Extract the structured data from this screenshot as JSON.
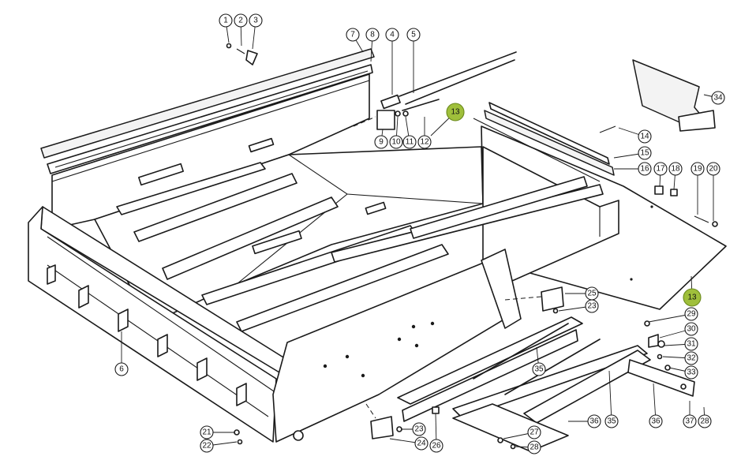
{
  "diagram": {
    "highlight_color": "#9fbf3b",
    "callouts": [
      {
        "label": "1"
      },
      {
        "label": "2"
      },
      {
        "label": "3"
      },
      {
        "label": "7"
      },
      {
        "label": "8"
      },
      {
        "label": "4"
      },
      {
        "label": "5"
      },
      {
        "label": "9"
      },
      {
        "label": "10"
      },
      {
        "label": "11"
      },
      {
        "label": "12"
      },
      {
        "label": "13",
        "highlight": true
      },
      {
        "label": "34"
      },
      {
        "label": "14"
      },
      {
        "label": "15"
      },
      {
        "label": "16"
      },
      {
        "label": "17"
      },
      {
        "label": "18"
      },
      {
        "label": "19"
      },
      {
        "label": "20"
      },
      {
        "label": "13",
        "highlight": true
      },
      {
        "label": "25"
      },
      {
        "label": "23"
      },
      {
        "label": "29"
      },
      {
        "label": "30"
      },
      {
        "label": "31"
      },
      {
        "label": "32"
      },
      {
        "label": "33"
      },
      {
        "label": "6"
      },
      {
        "label": "35"
      },
      {
        "label": "36"
      },
      {
        "label": "35"
      },
      {
        "label": "36"
      },
      {
        "label": "37"
      },
      {
        "label": "28"
      },
      {
        "label": "21"
      },
      {
        "label": "22"
      },
      {
        "label": "26"
      },
      {
        "label": "23"
      },
      {
        "label": "24"
      },
      {
        "label": "27"
      },
      {
        "label": "28"
      }
    ]
  }
}
